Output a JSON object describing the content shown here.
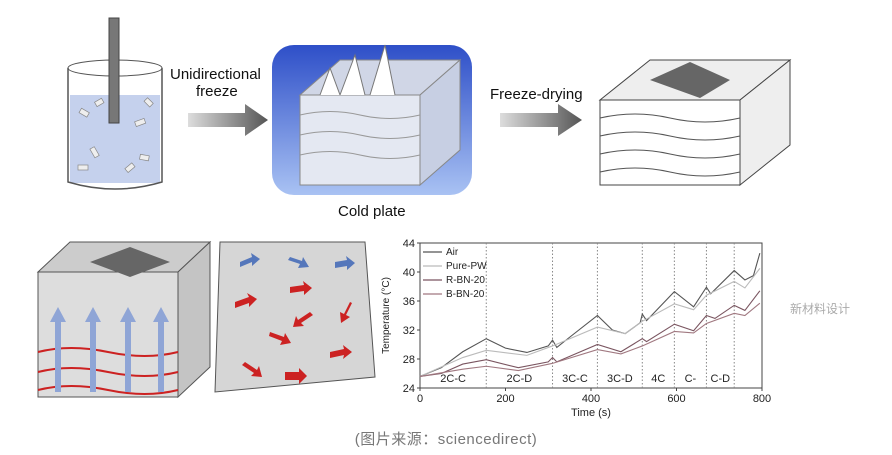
{
  "figure": {
    "step1_label_line1": "Unidirectional",
    "step1_label_line2": "freeze",
    "step2_label": "Freeze-drying",
    "cold_plate_label": "Cold plate",
    "caption": "(图片来源：sciencedirect)",
    "watermark": "新材料设计"
  },
  "colors": {
    "heat_arrow": "#cc2222",
    "cool_arrow": "#5577bb",
    "cold_plate": "#4a6fd8"
  },
  "chart_data": {
    "type": "line",
    "xlabel": "Time (s)",
    "ylabel": "Temperature (°C)",
    "xlim": [
      0,
      800
    ],
    "ylim": [
      24,
      44
    ],
    "xticks": [
      0,
      200,
      400,
      600,
      800
    ],
    "yticks": [
      24,
      28,
      32,
      36,
      40,
      44
    ],
    "grid": false,
    "legend_position": "top-left",
    "phase_boundaries": [
      155,
      310,
      415,
      520,
      595,
      670,
      735
    ],
    "phase_labels": [
      "2C-C",
      "2C-D",
      "3C-C",
      "3C-D",
      "4C",
      "C-",
      "C-D"
    ],
    "series": [
      {
        "name": "Air",
        "color": "#555555",
        "x": [
          0,
          50,
          100,
          155,
          200,
          250,
          300,
          310,
          320,
          350,
          415,
          450,
          480,
          515,
          520,
          530,
          595,
          640,
          670,
          680,
          735,
          760,
          780,
          795
        ],
        "y": [
          25.6,
          26.8,
          29,
          30.8,
          29.5,
          28.9,
          29.8,
          30.6,
          29.6,
          31,
          34,
          32,
          31.5,
          33,
          34.2,
          33.3,
          37.3,
          35.2,
          37.9,
          37,
          40.2,
          38.9,
          39.5,
          42.6
        ]
      },
      {
        "name": "Pure-PW",
        "color": "#bbbbbb",
        "x": [
          0,
          100,
          155,
          250,
          310,
          415,
          480,
          520,
          595,
          640,
          670,
          735,
          760,
          795
        ],
        "y": [
          25.6,
          28.2,
          29.2,
          28.5,
          29.8,
          32.4,
          31.5,
          33.2,
          35.6,
          34.8,
          36.8,
          38.7,
          37.8,
          40.5
        ]
      },
      {
        "name": "R-BN-20",
        "color": "#7a5560",
        "x": [
          0,
          50,
          100,
          155,
          230,
          300,
          310,
          320,
          415,
          470,
          520,
          530,
          595,
          640,
          670,
          690,
          735,
          760,
          795
        ],
        "y": [
          25.6,
          26,
          27.3,
          27.9,
          26.8,
          27.6,
          28.2,
          27.6,
          30,
          29,
          30.8,
          30.4,
          32.8,
          31.9,
          34,
          33.6,
          35.4,
          34.7,
          37.4
        ]
      },
      {
        "name": "B-BN-20",
        "color": "#a07880",
        "x": [
          0,
          100,
          155,
          230,
          310,
          415,
          470,
          520,
          595,
          640,
          670,
          735,
          760,
          795
        ],
        "y": [
          25.6,
          26.6,
          27,
          26.4,
          27.4,
          29.3,
          28.7,
          29.8,
          31.8,
          31.6,
          32.9,
          34.3,
          34,
          35.7
        ]
      }
    ]
  }
}
